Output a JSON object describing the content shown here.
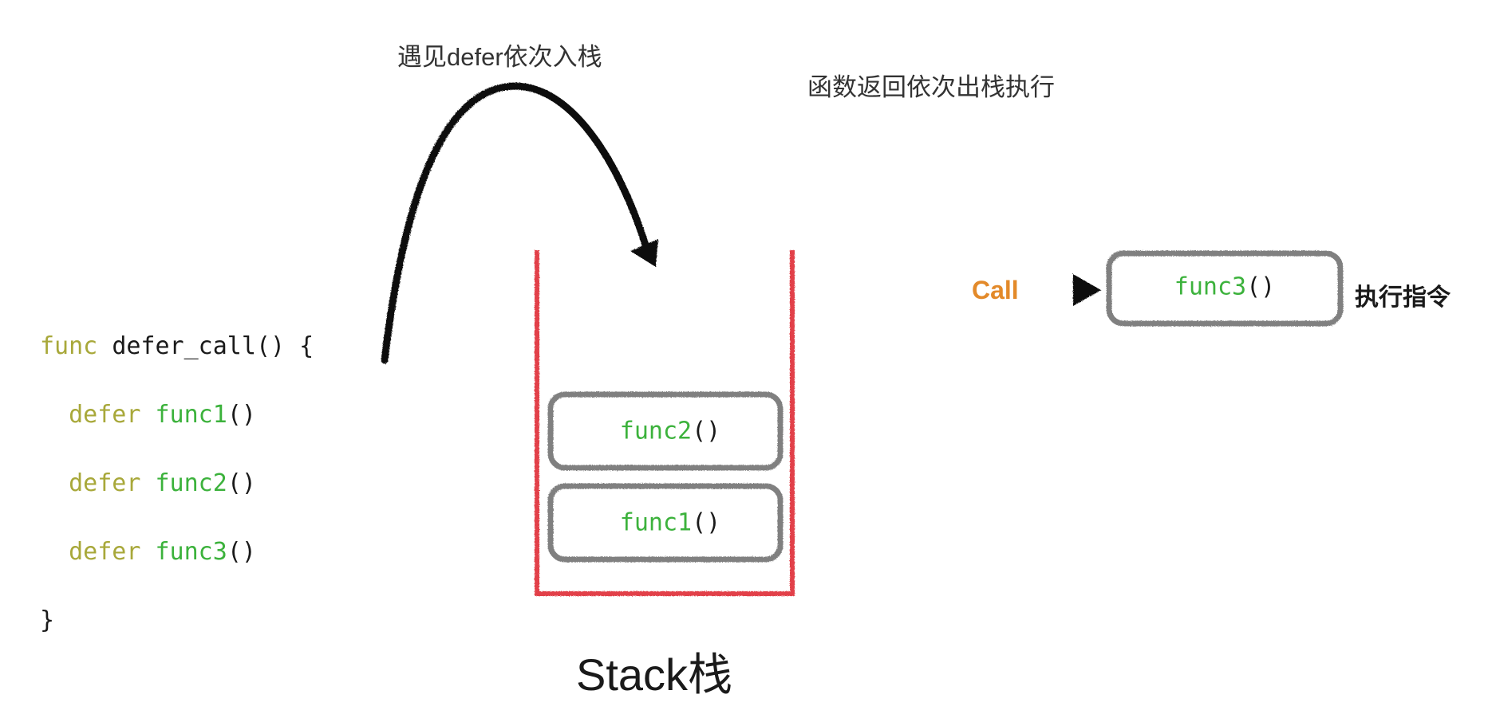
{
  "annotations": {
    "push_label": "遇见defer依次入栈",
    "pop_label": "函数返回依次出栈执行",
    "stack_title": "Stack栈",
    "call_label": "Call",
    "exec_label": "执行指令"
  },
  "code": {
    "lines": [
      {
        "keyword": "func",
        "name": "defer_call",
        "suffix": "() {"
      },
      {
        "keyword": "defer",
        "name": "func1",
        "suffix": "()"
      },
      {
        "keyword": "defer",
        "name": "func2",
        "suffix": "()"
      },
      {
        "keyword": "defer",
        "name": "func3",
        "suffix": "()"
      },
      {
        "closing": "}"
      }
    ]
  },
  "stack": {
    "frames": [
      {
        "name": "func2",
        "suffix": "()"
      },
      {
        "name": "func1",
        "suffix": "()"
      }
    ]
  },
  "executing": {
    "name": "func3",
    "suffix": "()"
  },
  "colors": {
    "keyword": "#a8a83a",
    "function": "#3cb23c",
    "stack_border": "#e2404a",
    "frame_border": "#808080",
    "call": "#e38a2a",
    "arrow": "#111111"
  }
}
